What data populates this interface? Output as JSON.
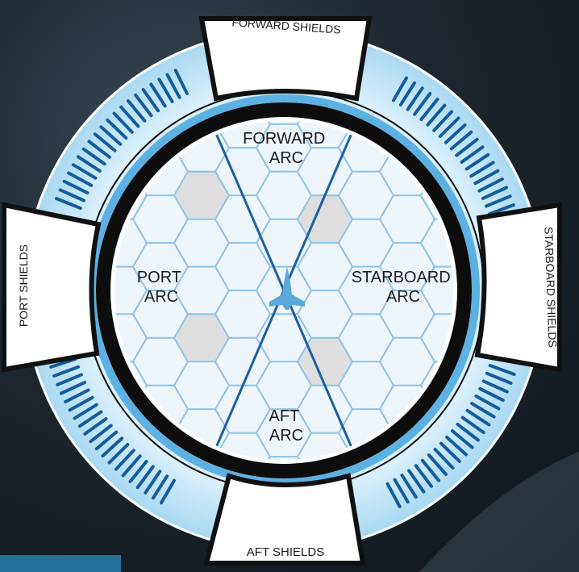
{
  "shields": {
    "forward": "FORWARD SHIELDS",
    "starboard": "STARBOARD SHIELDS",
    "aft": "AFT SHIELDS",
    "port": "PORT SHIELDS"
  },
  "arcs": {
    "forward": [
      "FORWARD",
      "ARC"
    ],
    "port": [
      "PORT",
      "ARC"
    ],
    "starboard": [
      "STARBOARD",
      "ARC"
    ],
    "aft": [
      "AFT",
      "ARC"
    ]
  },
  "colors": {
    "ring_light": "#c9e8f8",
    "ring_blue": "#6ab9e6",
    "tick_blue": "#155b9a",
    "hex_line": "#8fc3ea",
    "hex_fill": "#eef6fc",
    "hex_highlight": "#dedede",
    "arc_line": "#1c5fa0",
    "frame": "#111111",
    "ship": "#5ba8dd"
  },
  "icons": {
    "ship": "starship-icon"
  }
}
